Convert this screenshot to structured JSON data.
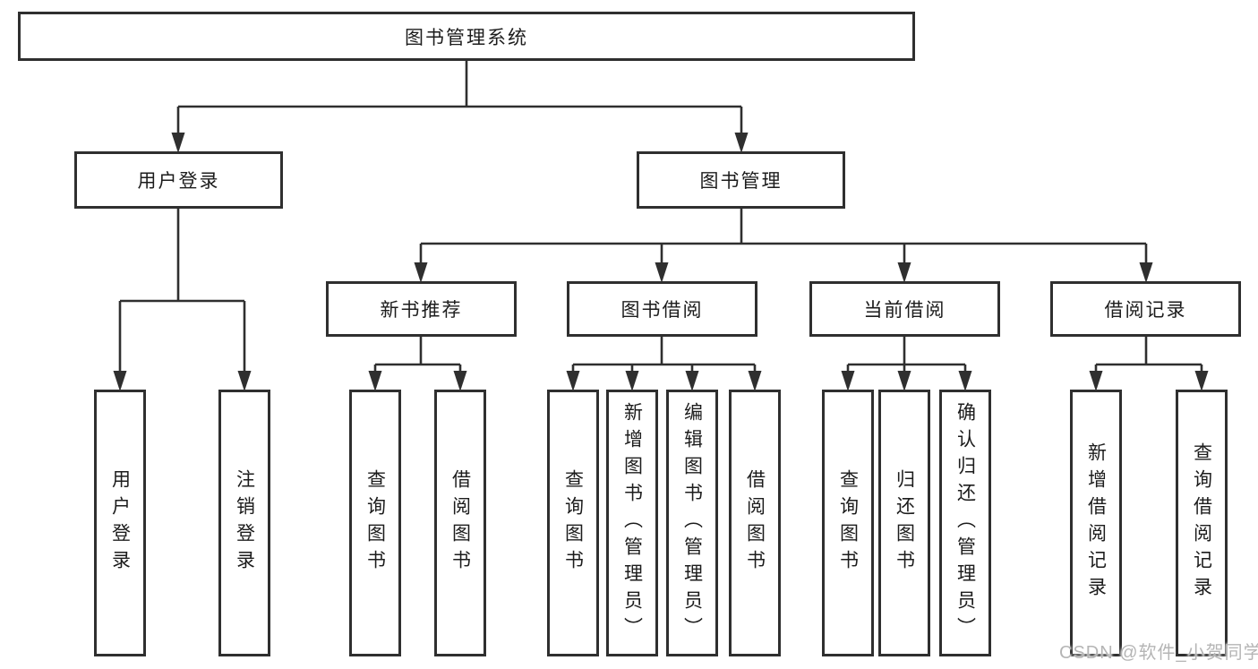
{
  "root": {
    "label": "图书管理系统"
  },
  "level2": [
    {
      "label": "用户登录"
    },
    {
      "label": "图书管理"
    }
  ],
  "level3": [
    {
      "label": "新书推荐",
      "parent": "图书管理"
    },
    {
      "label": "图书借阅",
      "parent": "图书管理"
    },
    {
      "label": "当前借阅",
      "parent": "图书管理"
    },
    {
      "label": "借阅记录",
      "parent": "图书管理"
    }
  ],
  "leaves": [
    {
      "label": "用户登录",
      "parent": "用户登录"
    },
    {
      "label": "注销登录",
      "parent": "用户登录"
    },
    {
      "label": "查询图书",
      "parent": "新书推荐"
    },
    {
      "label": "借阅图书",
      "parent": "新书推荐"
    },
    {
      "label": "查询图书",
      "parent": "图书借阅"
    },
    {
      "label": "新增图书（管理员）",
      "parent": "图书借阅"
    },
    {
      "label": "编辑图书（管理员）",
      "parent": "图书借阅"
    },
    {
      "label": "借阅图书",
      "parent": "图书借阅"
    },
    {
      "label": "查询图书",
      "parent": "当前借阅"
    },
    {
      "label": "归还图书",
      "parent": "当前借阅"
    },
    {
      "label": "确认归还（管理员）",
      "parent": "当前借阅"
    },
    {
      "label": "新增借阅记录",
      "parent": "借阅记录"
    },
    {
      "label": "查询借阅记录",
      "parent": "借阅记录"
    }
  ],
  "watermark": "CSDN @软件_小贺同学",
  "colors": {
    "line": "#2f2f2f",
    "box_border": "#2f2f2f",
    "box_fill": "#ffffff",
    "text": "#1c1c1c",
    "watermark": "#b5b5b5"
  }
}
